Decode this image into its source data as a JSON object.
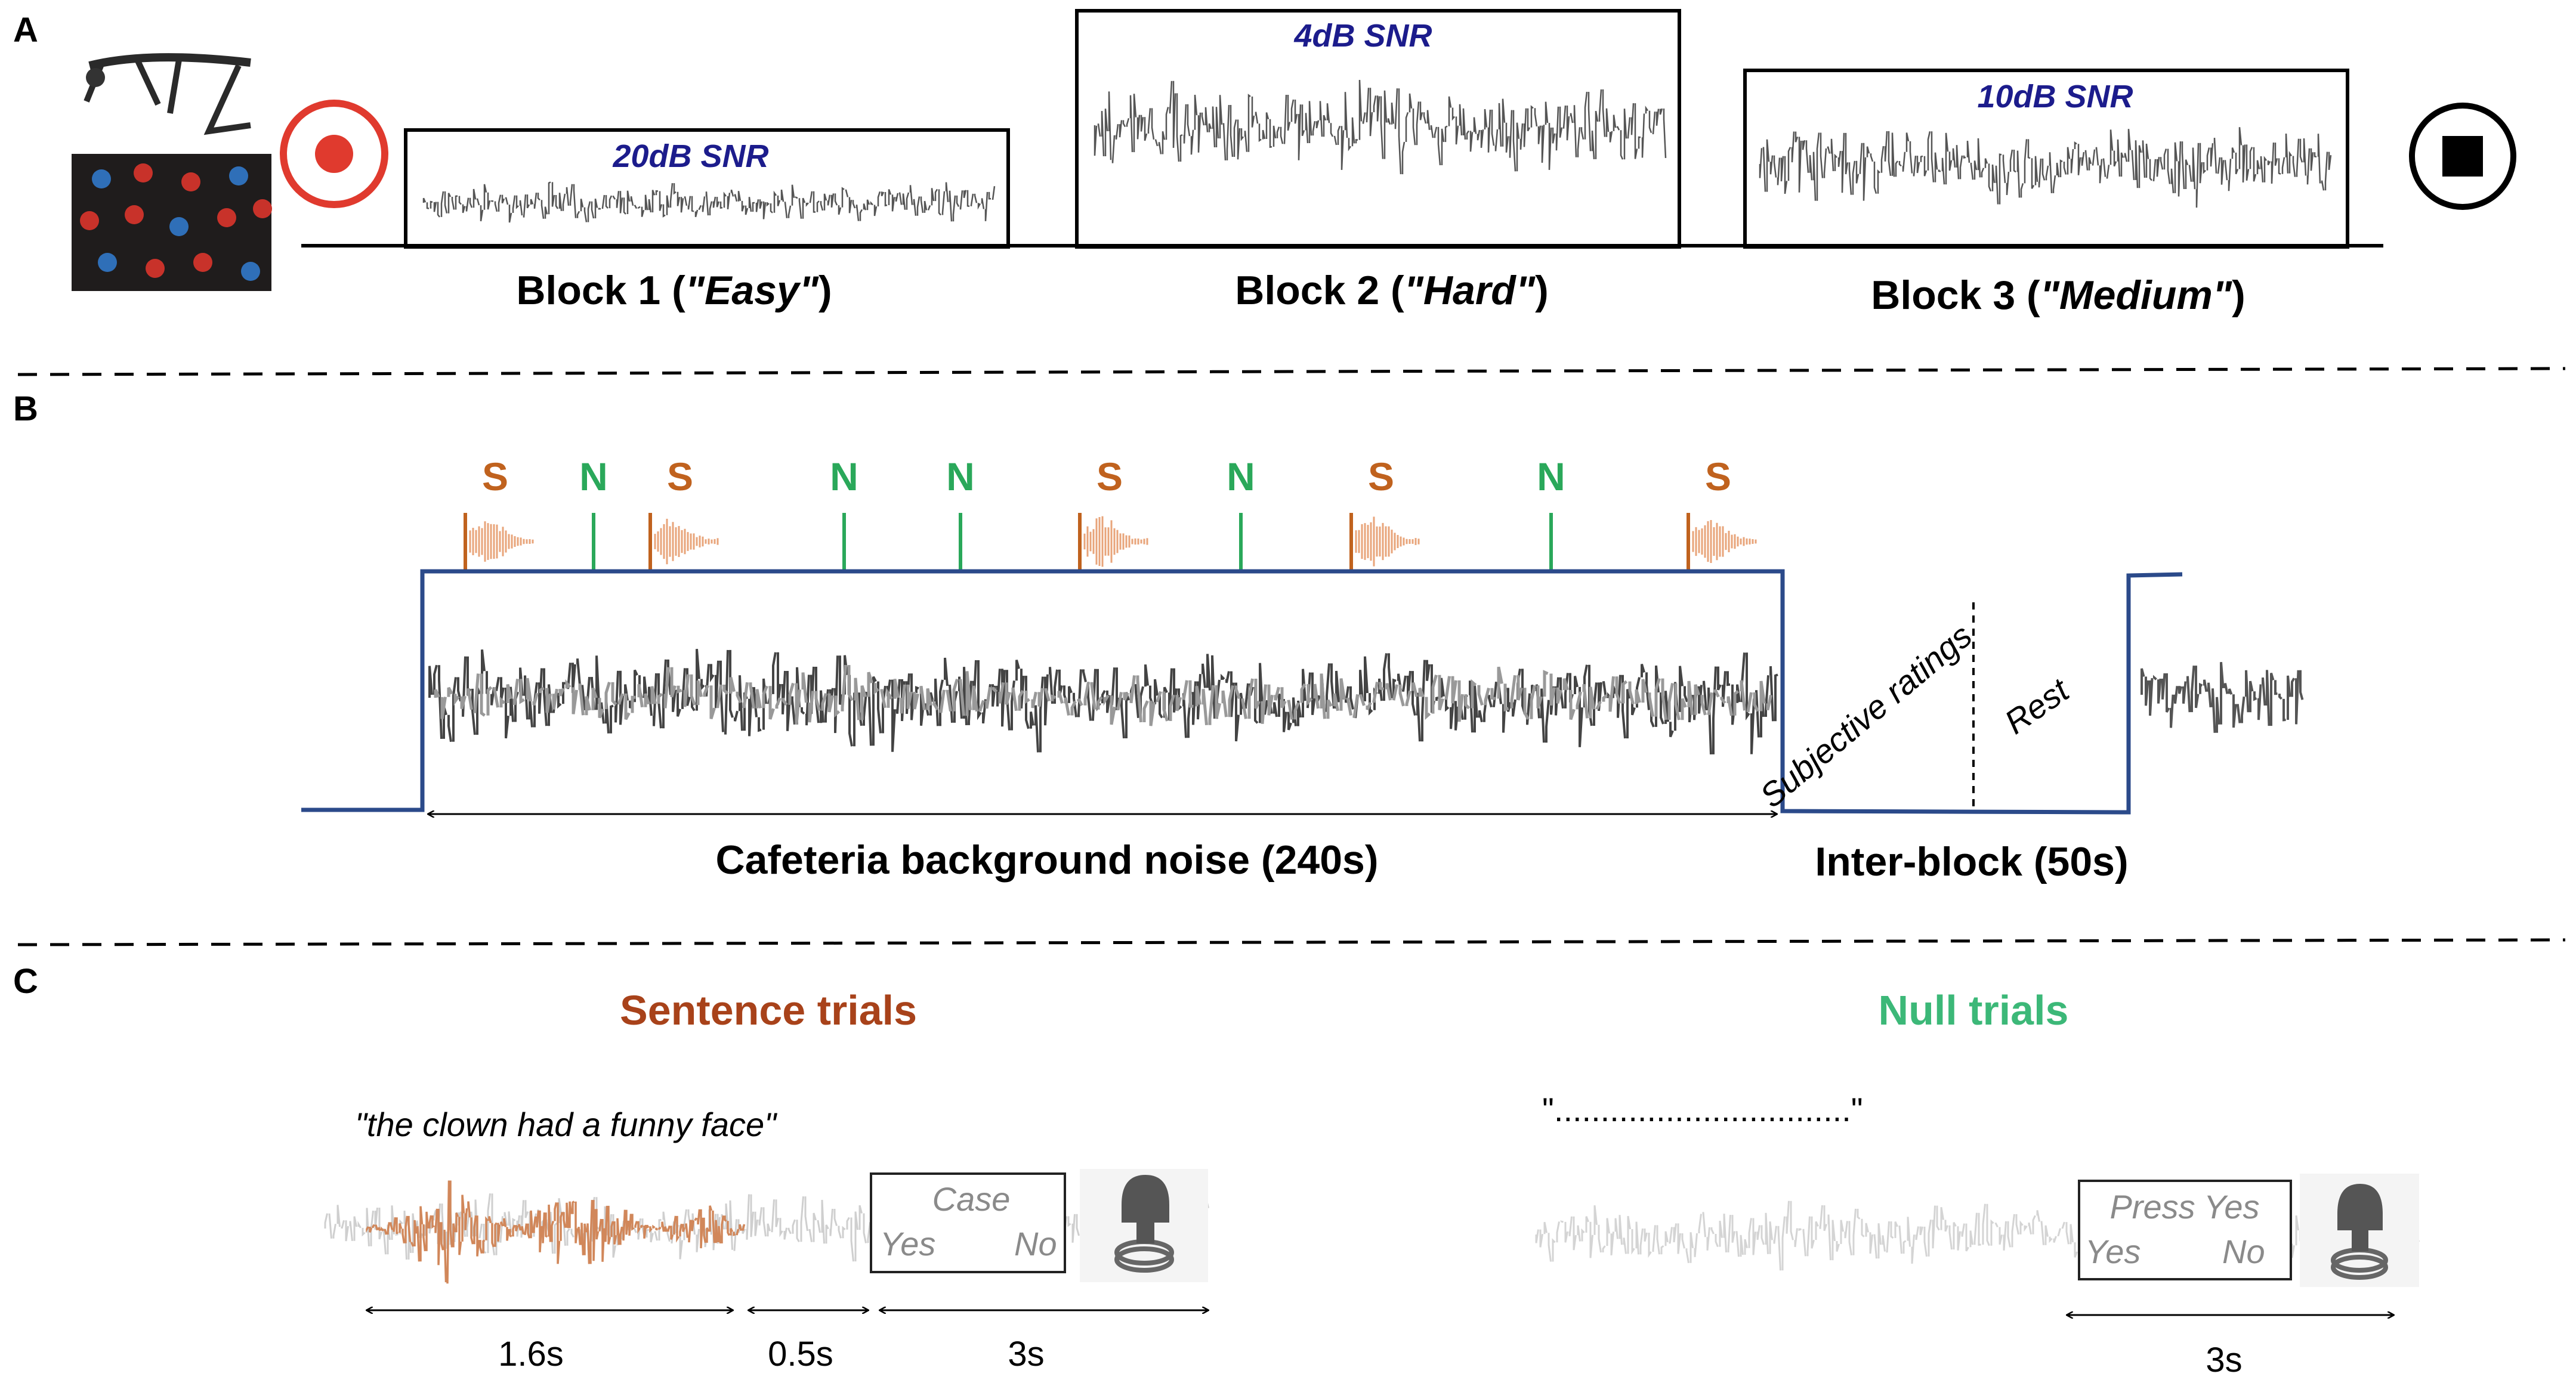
{
  "panels": {
    "a": "A",
    "b": "B",
    "c": "C"
  },
  "panel_a": {
    "blocks": [
      {
        "snr": "20dB SNR",
        "label_prefix": "Block 1 (",
        "label_italic": "\"Easy\"",
        "label_suffix": ")"
      },
      {
        "snr": "4dB SNR",
        "label_prefix": "Block 2 (",
        "label_italic": "\"Hard\"",
        "label_suffix": ")"
      },
      {
        "snr": "10dB SNR",
        "label_prefix": "Block 3 (",
        "label_italic": "\"Medium\"",
        "label_suffix": ")"
      }
    ],
    "icons": [
      "eeg-headset-icon",
      "electrode-cap-icon",
      "record-icon",
      "stop-icon"
    ]
  },
  "panel_b": {
    "trial_markers": [
      "S",
      "N",
      "S",
      "N",
      "N",
      "S",
      "N",
      "S",
      "N",
      "S"
    ],
    "marker_colors": {
      "S": "#c0621e",
      "N": "#2aa85a"
    },
    "subjective_ratings": "Subjective ratings",
    "rest": "Rest",
    "noise_label": "Cafeteria background noise (240s)",
    "interblock_label": "Inter-block (50s)"
  },
  "panel_c": {
    "sentence_title": "Sentence trials",
    "null_title": "Null trials",
    "sentence_quote": "\"the clown had a funny face\"",
    "null_quote": "\"................................\"",
    "sentence_box": {
      "top": "Case",
      "yes": "Yes",
      "no": "No"
    },
    "null_box": {
      "top": "Press Yes",
      "yes": "Yes",
      "no": "No"
    },
    "durations": {
      "speech": "1.6s",
      "pause": "0.5s",
      "response": "3s",
      "null_response": "3s"
    },
    "title_colors": {
      "sentence": "#a8421a",
      "null": "#3cb878"
    }
  },
  "colors": {
    "snr_text": "#1c1c8c",
    "record_red": "#e03a2e",
    "timeline_blue": "#2b4a8a"
  }
}
